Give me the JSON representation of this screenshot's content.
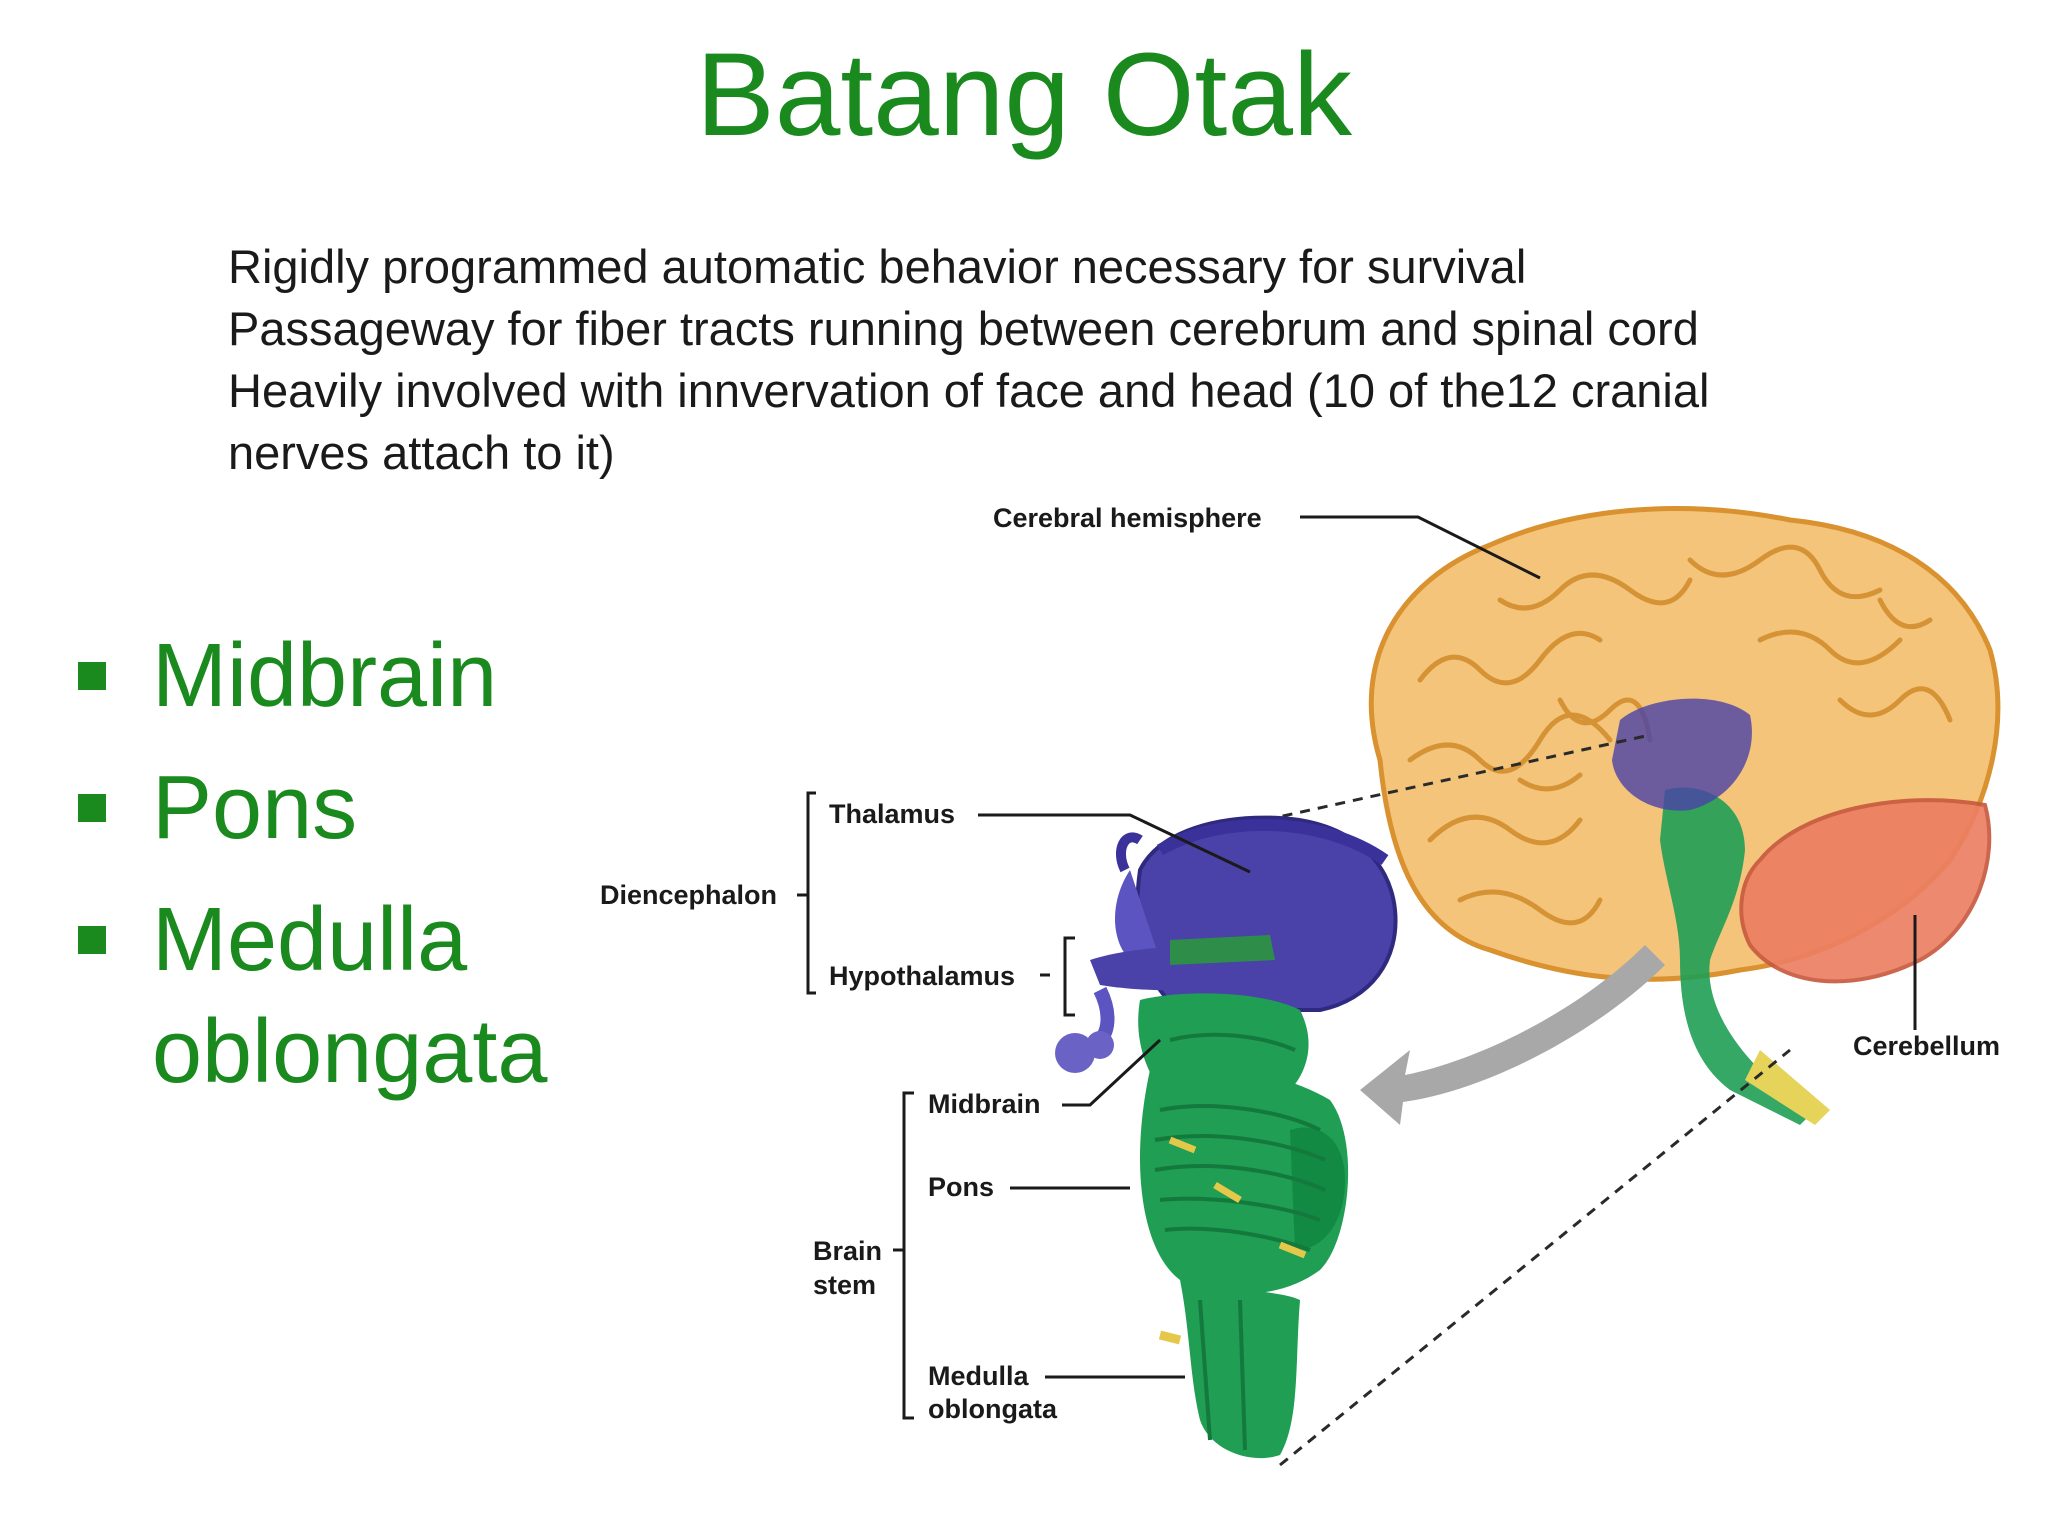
{
  "title": "Batang Otak",
  "description": [
    "Rigidly programmed automatic behavior necessary for survival",
    "Passageway for fiber tracts running between cerebrum and spinal cord",
    "Heavily involved with innvervation of face and head (10 of the12 cranial",
    "nerves attach to it)"
  ],
  "bullets": [
    "Midbrain",
    "Pons",
    "Medulla oblongata"
  ],
  "bullet_lines": {
    "medulla_1": "Medulla",
    "medulla_2": "oblongata"
  },
  "labels": {
    "cerebral_hemisphere": "Cerebral hemisphere",
    "thalamus": "Thalamus",
    "diencephalon": "Diencephalon",
    "hypothalamus": "Hypothalamus",
    "midbrain": "Midbrain",
    "pons": "Pons",
    "brain": "Brain",
    "stem": "stem",
    "medulla": "Medulla",
    "oblongata": "oblongata",
    "cerebellum": "Cerebellum"
  },
  "colors": {
    "title_green": "#1a8a1f",
    "cerebrum": "#f3c47a",
    "brainstem": "#1f9e54",
    "diencephalon": "#4a42a8",
    "cerebellum": "#ec7f63",
    "arrow": "#a8a8a8"
  }
}
